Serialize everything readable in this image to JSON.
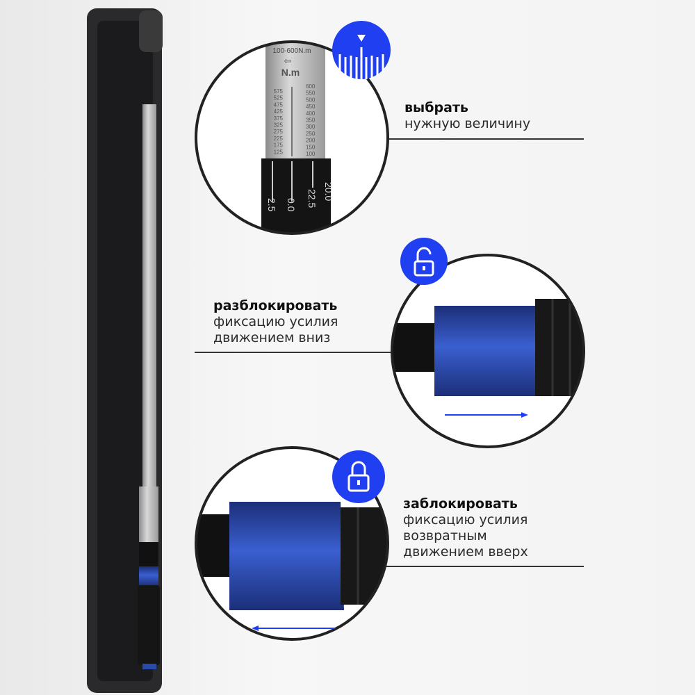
{
  "wrench": {
    "range_label": "100-600N.m",
    "unit_label": "N.m",
    "scale_left": [
      "575",
      "525",
      "475",
      "425",
      "375",
      "325",
      "275",
      "225",
      "175",
      "125"
    ],
    "scale_right": [
      "600",
      "550",
      "500",
      "450",
      "400",
      "350",
      "300",
      "250",
      "200",
      "150",
      "100"
    ],
    "dial_values": [
      "2.5",
      "0.0",
      "22.5",
      "20.0"
    ]
  },
  "steps": [
    {
      "title": "выбрать",
      "lines": [
        "нужную величину"
      ],
      "icon": "scale-select-icon"
    },
    {
      "title": "разблокировать",
      "lines": [
        "фиксацию усилия",
        "движением вниз"
      ],
      "icon": "unlock-icon"
    },
    {
      "title": "заблокировать",
      "lines": [
        "фиксацию усилия",
        "возвратным",
        "движением вверх"
      ],
      "icon": "lock-icon"
    }
  ],
  "colors": {
    "accent": "#1f3ff0",
    "collar": "#2a4aa8",
    "case": "#2a2a2c"
  }
}
